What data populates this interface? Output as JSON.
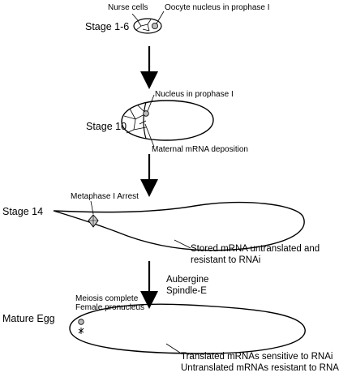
{
  "labels": {
    "nurse_cells": "Nurse cells",
    "oocyte_nucleus": "Oocyte nucleus in prophase I",
    "stage_1_6": "Stage 1-6",
    "nucleus_prophase": "Nucleus in prophase I",
    "stage_10": "Stage 10",
    "maternal_mrna": "Maternal mRNA deposition",
    "metaphase_arrest": "Metaphase I Arrest",
    "stage_14": "Stage 14",
    "stored_mrna_1": "Stored mRNA untranslated and",
    "stored_mrna_2": "resistant to RNAi",
    "aubergine": "Aubergine",
    "spindle_e": "Spindle-E",
    "meiosis_complete": "Meiosis complete",
    "female_pronucleus": "Female pronucleus",
    "mature_egg": "Mature Egg",
    "translated_1": "Translated mRNAs sensitive to RNAi",
    "translated_2": "Untranslated mRNAs resistant to RNAi"
  }
}
